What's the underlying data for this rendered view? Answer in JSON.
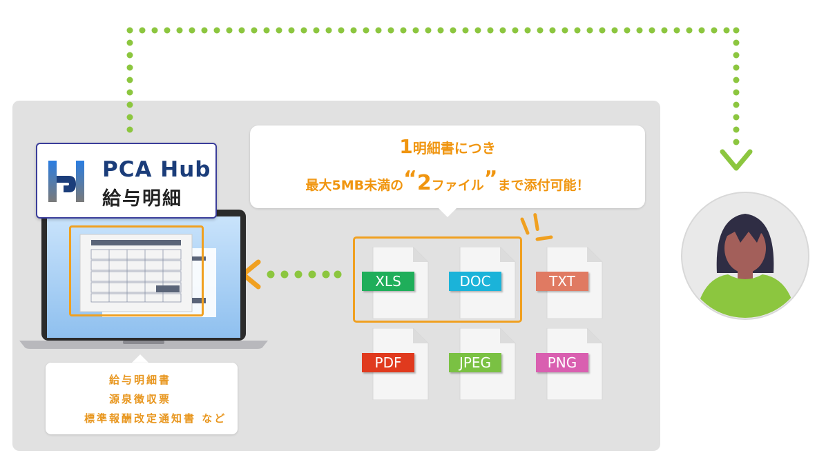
{
  "logo": {
    "name": "PCA Hub",
    "subtitle": "給与明細"
  },
  "callout": {
    "line1_num": "1",
    "line1_text": "明細書につき",
    "line2_pre": "最大5MB未満の",
    "line2_open_quote": "“",
    "line2_num": "2",
    "line2_mid": "ファイル",
    "line2_close_quote": "”",
    "line2_post": "まで添付可能！"
  },
  "documents": [
    "給与明細書",
    "源泉徴収票",
    "標準報酬改定通知書 など"
  ],
  "files": [
    {
      "label": "XLS",
      "color": "#1fae5a"
    },
    {
      "label": "DOC",
      "color": "#1bb3d9"
    },
    {
      "label": "TXT",
      "color": "#e07a62"
    },
    {
      "label": "PDF",
      "color": "#e03a1e"
    },
    {
      "label": "JPEG",
      "color": "#7ac143"
    },
    {
      "label": "PNG",
      "color": "#d95fb0"
    }
  ],
  "colors": {
    "accent_orange": "#f0a020",
    "dot_green": "#8cc63f",
    "brand_blue": "#1b3d7a"
  },
  "icons": [
    "pca-hub-logo-icon",
    "laptop-icon",
    "user-avatar-icon",
    "arrow-down-icon"
  ]
}
